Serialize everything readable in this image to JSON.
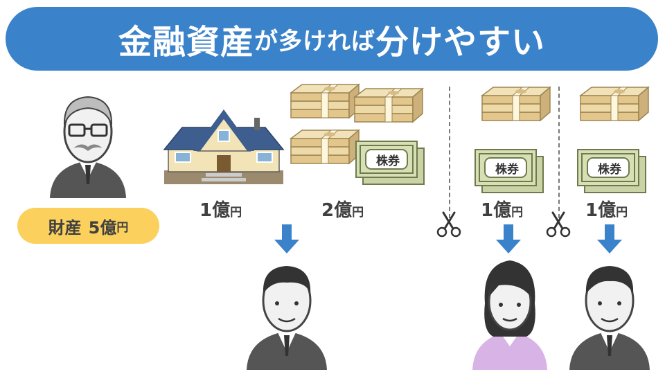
{
  "title": {
    "part1": "金融資産",
    "part2": "が多ければ",
    "part3": "分けやすい"
  },
  "parent": {
    "wealth_label": "財産",
    "wealth_value": "5億",
    "wealth_unit": "円"
  },
  "assets": [
    {
      "name": "house",
      "value": "1億",
      "unit": "円"
    },
    {
      "name": "cash-and-stock",
      "value": "2億",
      "unit": "円"
    },
    {
      "name": "share-2",
      "value": "1億",
      "unit": "円"
    },
    {
      "name": "share-3",
      "value": "1億",
      "unit": "円"
    }
  ],
  "stock_certificate_label": "株券",
  "colors": {
    "banner": "#3a82c9",
    "wealth_badge": "#fbd05d",
    "arrow": "#3a82c9",
    "money": "#e8cf9a",
    "stock": "#b9c79a"
  },
  "icons": [
    "elderly-man-icon",
    "house-icon",
    "money-stack-icon",
    "stock-certificate-icon",
    "scissors-icon",
    "down-arrow-icon",
    "man-icon",
    "woman-icon"
  ]
}
